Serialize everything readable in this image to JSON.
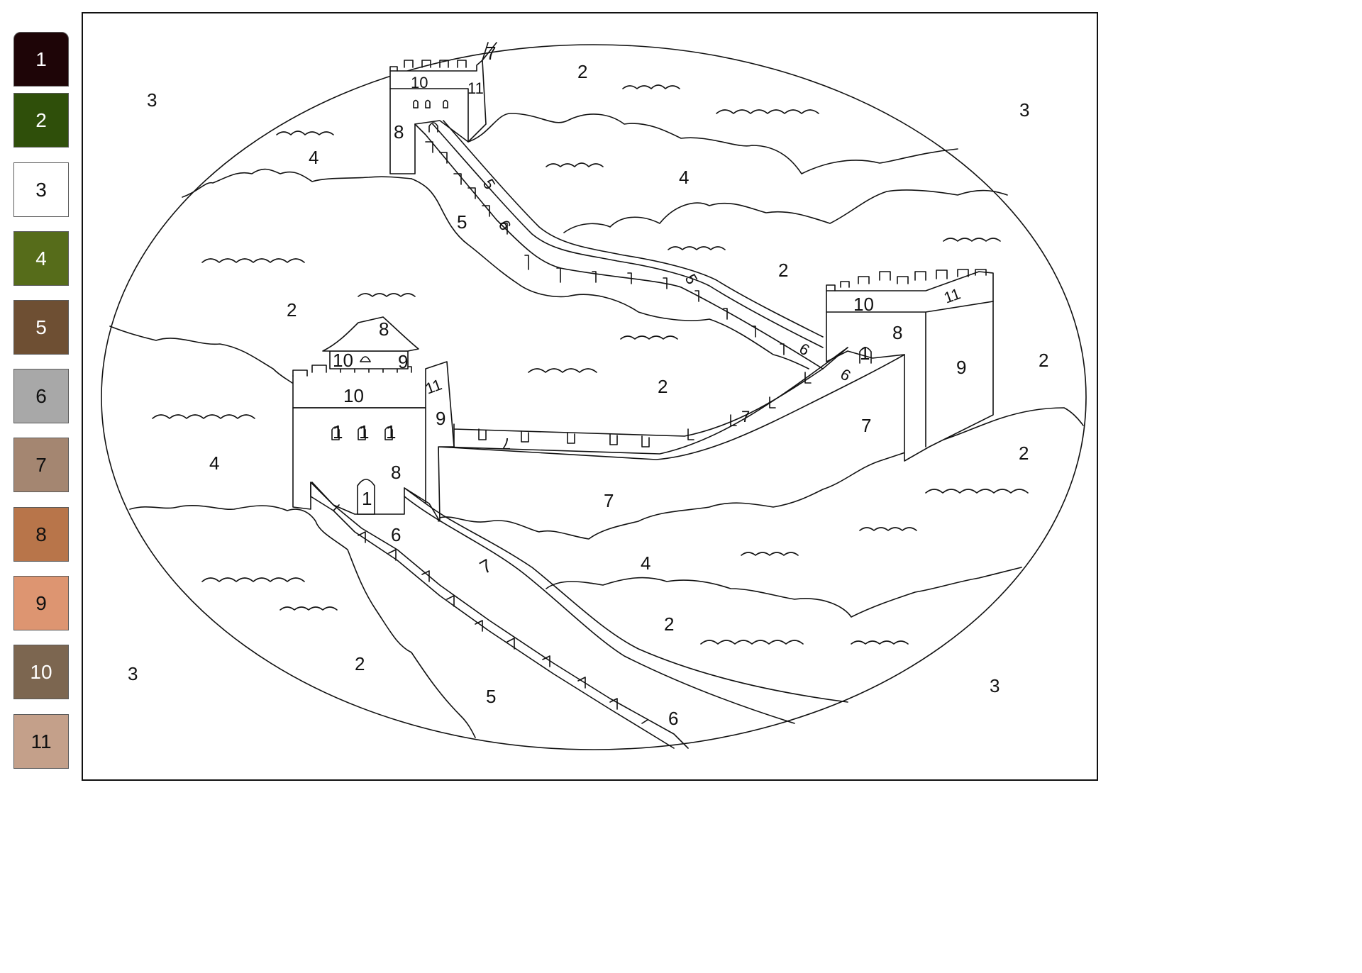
{
  "palette": [
    {
      "number": "1",
      "color": "#1e0507",
      "text_color": "#ffffff"
    },
    {
      "number": "2",
      "color": "#2f4f0a",
      "text_color": "#ffffff"
    },
    {
      "number": "3",
      "color": "#ffffff",
      "text_color": "#111111"
    },
    {
      "number": "4",
      "color": "#566c1a",
      "text_color": "#ffffff"
    },
    {
      "number": "5",
      "color": "#6e4f33",
      "text_color": "#ffffff"
    },
    {
      "number": "6",
      "color": "#a8a8a8",
      "text_color": "#111111"
    },
    {
      "number": "7",
      "color": "#a48671",
      "text_color": "#111111"
    },
    {
      "number": "8",
      "color": "#b8754a",
      "text_color": "#111111"
    },
    {
      "number": "9",
      "color": "#dd9571",
      "text_color": "#111111"
    },
    {
      "number": "10",
      "color": "#7c6650",
      "text_color": "#ffffff"
    },
    {
      "number": "11",
      "color": "#c4a08a",
      "text_color": "#111111"
    }
  ],
  "regions": [
    {
      "number": "3"
    },
    {
      "number": "3"
    },
    {
      "number": "3"
    },
    {
      "number": "3"
    },
    {
      "number": "2"
    },
    {
      "number": "2"
    },
    {
      "number": "2"
    },
    {
      "number": "2"
    },
    {
      "number": "2"
    },
    {
      "number": "2"
    },
    {
      "number": "2"
    },
    {
      "number": "2"
    },
    {
      "number": "4"
    },
    {
      "number": "4"
    },
    {
      "number": "4"
    },
    {
      "number": "4"
    },
    {
      "number": "4"
    },
    {
      "number": "5"
    },
    {
      "number": "5"
    },
    {
      "number": "5"
    },
    {
      "number": "5"
    },
    {
      "number": "6"
    },
    {
      "number": "6"
    },
    {
      "number": "6"
    },
    {
      "number": "6"
    },
    {
      "number": "6"
    },
    {
      "number": "7"
    },
    {
      "number": "7"
    },
    {
      "number": "7"
    },
    {
      "number": "7"
    },
    {
      "number": "7"
    },
    {
      "number": "7"
    },
    {
      "number": "7"
    },
    {
      "number": "8"
    },
    {
      "number": "8"
    },
    {
      "number": "8"
    },
    {
      "number": "8"
    },
    {
      "number": "9"
    },
    {
      "number": "9"
    },
    {
      "number": "9"
    },
    {
      "number": "10"
    },
    {
      "number": "10"
    },
    {
      "number": "10"
    },
    {
      "number": "10"
    },
    {
      "number": "11"
    },
    {
      "number": "11"
    },
    {
      "number": "11"
    },
    {
      "number": "1"
    },
    {
      "number": "1"
    },
    {
      "number": "1"
    },
    {
      "number": "1"
    },
    {
      "number": "1"
    }
  ]
}
